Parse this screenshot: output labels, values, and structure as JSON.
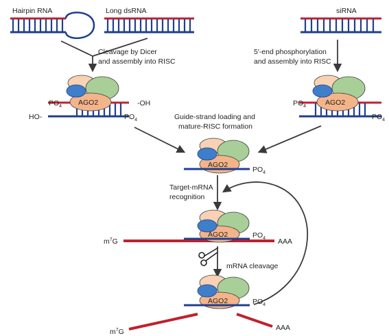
{
  "labels": {
    "hairpin_rna": "Hairpin RNA",
    "long_dsrna": "Long dsRNA",
    "sirna": "siRNA",
    "dicer_line1": "Cleavage by Dicer",
    "dicer_line2": "and assembly into RISC",
    "phospho_line1": "5′-end phosphorylation",
    "phospho_line2": "and assembly into RISC",
    "guide_line1": "Guide-strand loading and",
    "guide_line2": "mature-RISC formation",
    "target_line1": "Target-mRNA",
    "target_line2": "recognition",
    "cleavage": "mRNA cleavage",
    "ago2": "AGO2",
    "po": "PO",
    "four": "4",
    "oh": "-OH",
    "ho": "HO-",
    "m": "m",
    "seven": "7",
    "g": "G",
    "aaa": "AAA"
  },
  "colors": {
    "rna_red": "#c0202e",
    "rna_blue": "#1f3f8f",
    "peach": "#f4b48a",
    "peach_light": "#f7d2b4",
    "green": "#a8cf98",
    "blue_oval": "#3f7fc9",
    "arrow": "#3a3a3a"
  }
}
